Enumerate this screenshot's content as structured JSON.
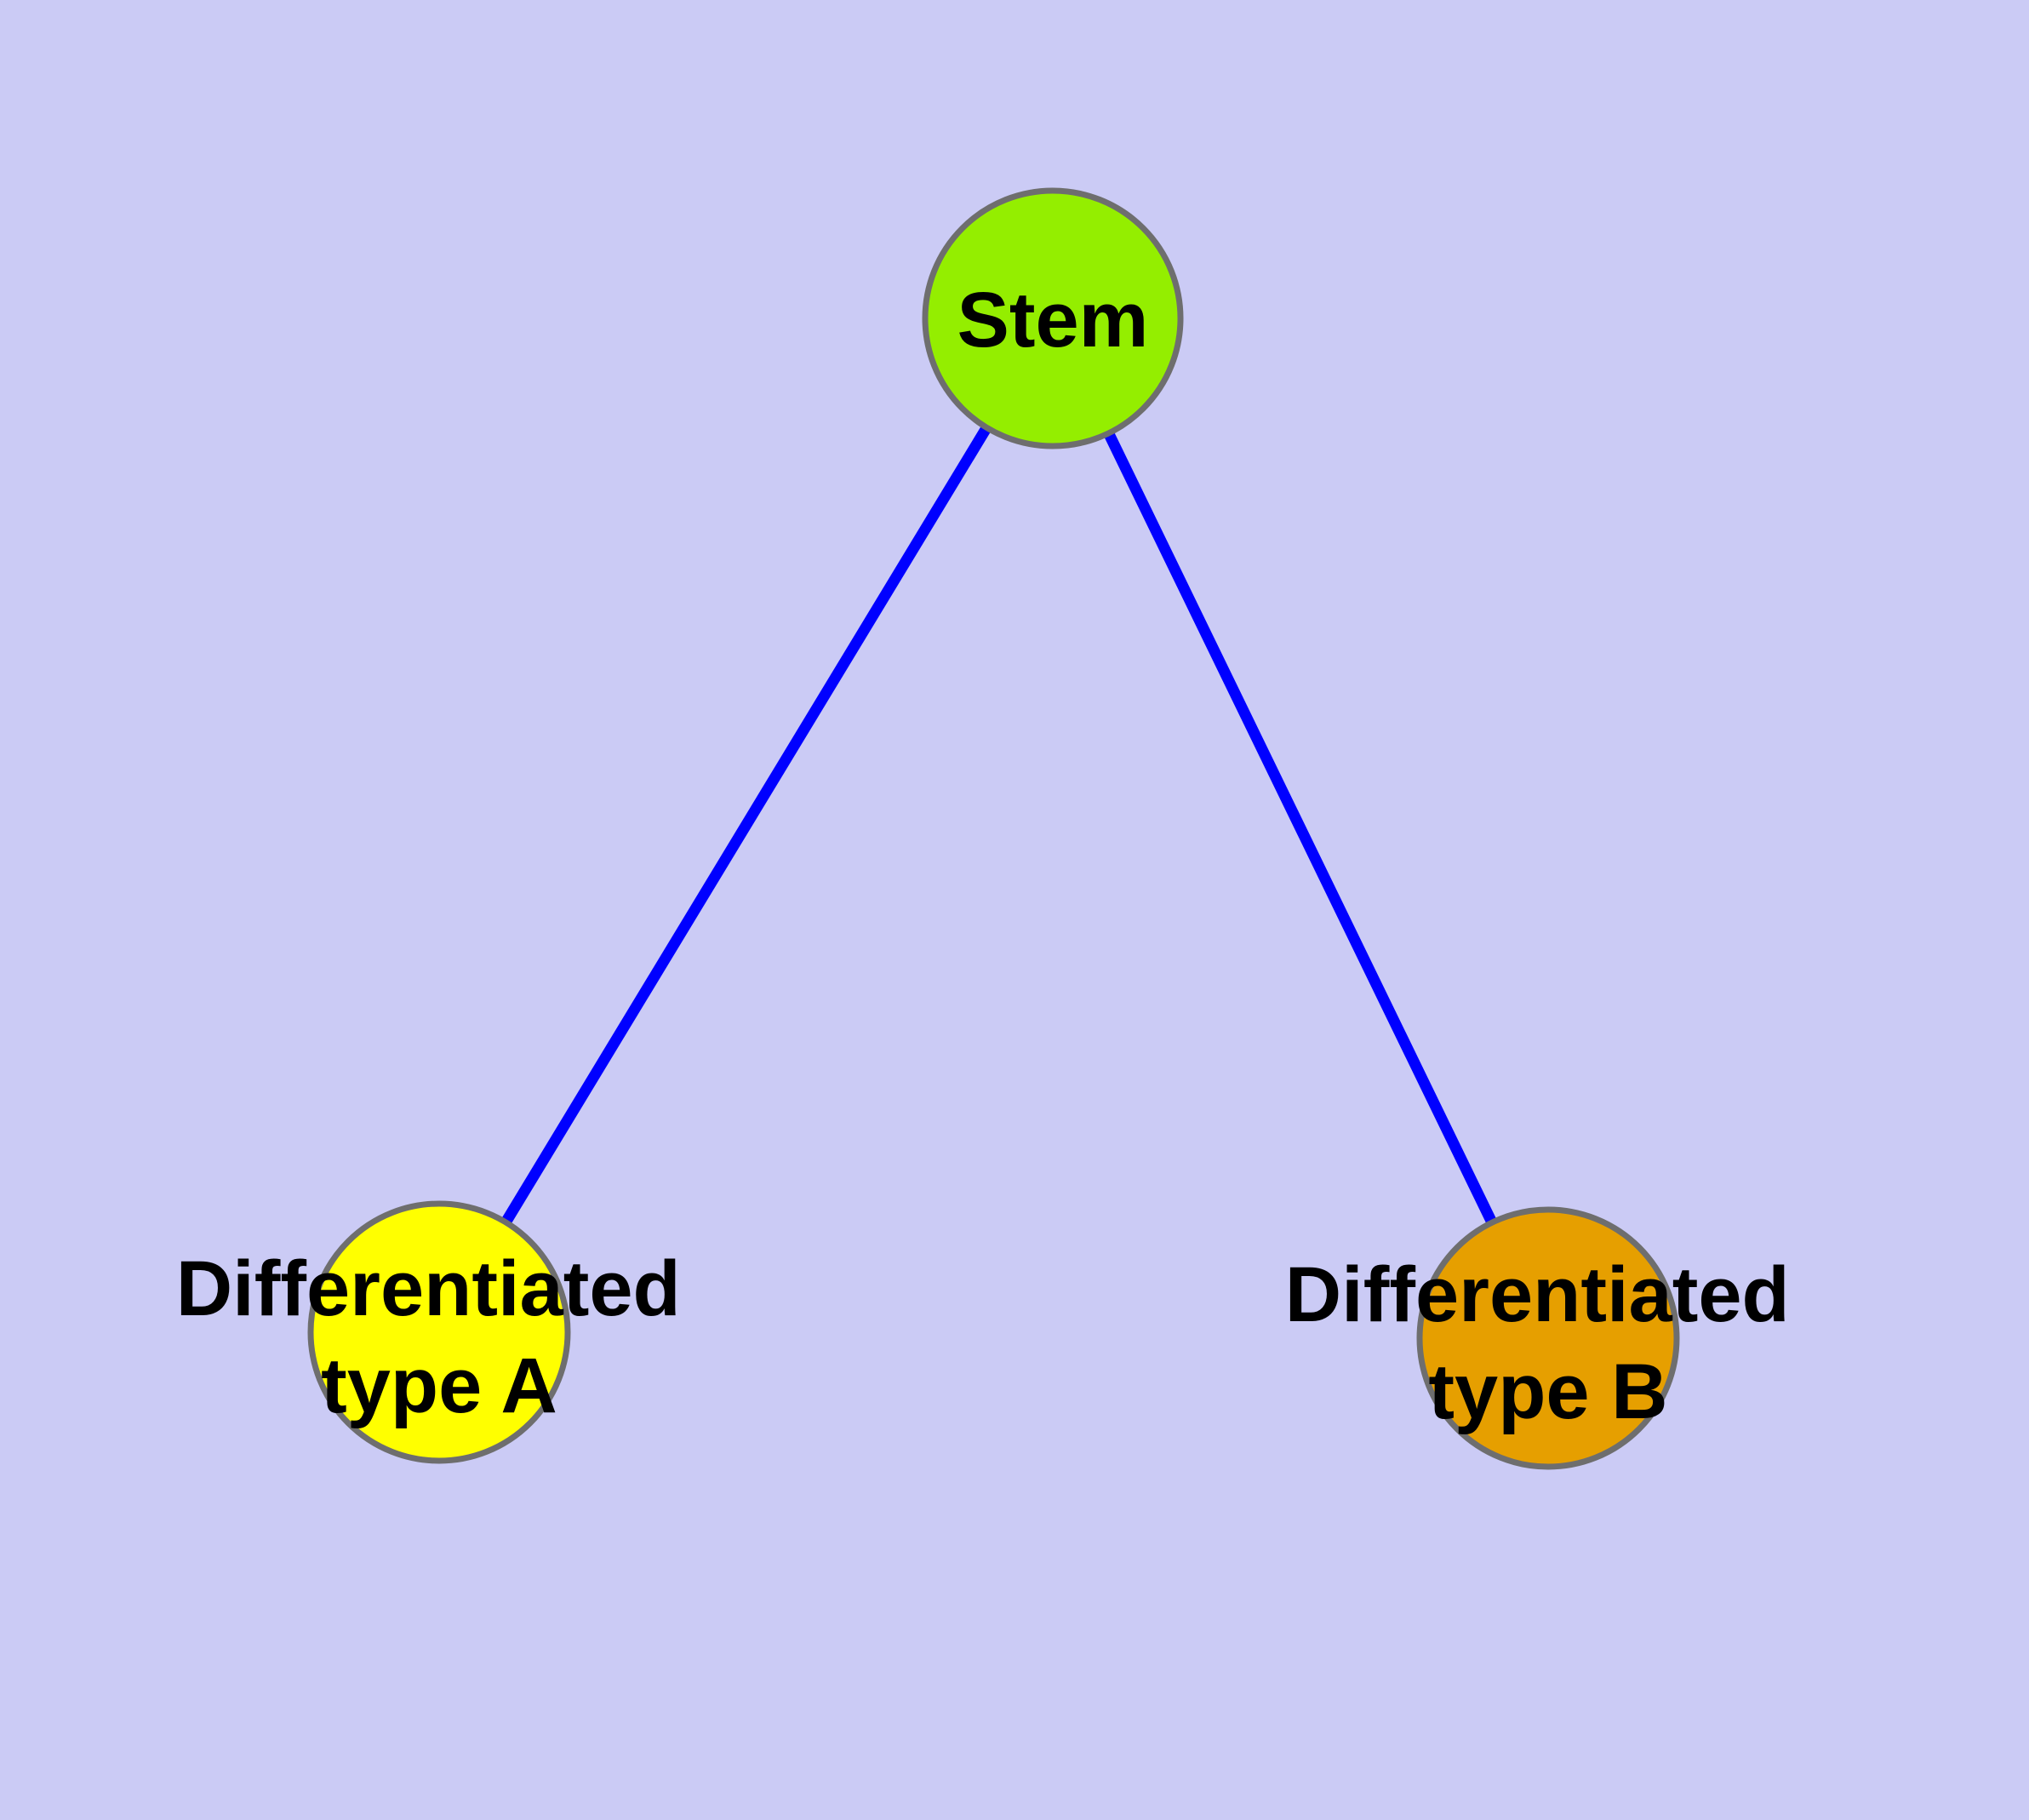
{
  "diagram": {
    "type": "graph",
    "background_color": "#CBCBF5",
    "edge_color": "#0000FF",
    "node_border_color": "#6E6E6E",
    "label_color": "#000000",
    "nodes": [
      {
        "id": "stem",
        "label": "Stem",
        "color": "#94EE00"
      },
      {
        "id": "differentiated-type-a",
        "label": "Differentiated type A",
        "label_lines": [
          "Differentiated",
          "type A"
        ],
        "color": "#FFFF00"
      },
      {
        "id": "differentiated-type-b",
        "label": "Differentiated type B",
        "label_lines": [
          "Differentiated",
          "type B"
        ],
        "color": "#E69F00"
      }
    ],
    "edges": [
      {
        "from": "stem",
        "to": "differentiated-type-a"
      },
      {
        "from": "stem",
        "to": "differentiated-type-b"
      }
    ]
  }
}
